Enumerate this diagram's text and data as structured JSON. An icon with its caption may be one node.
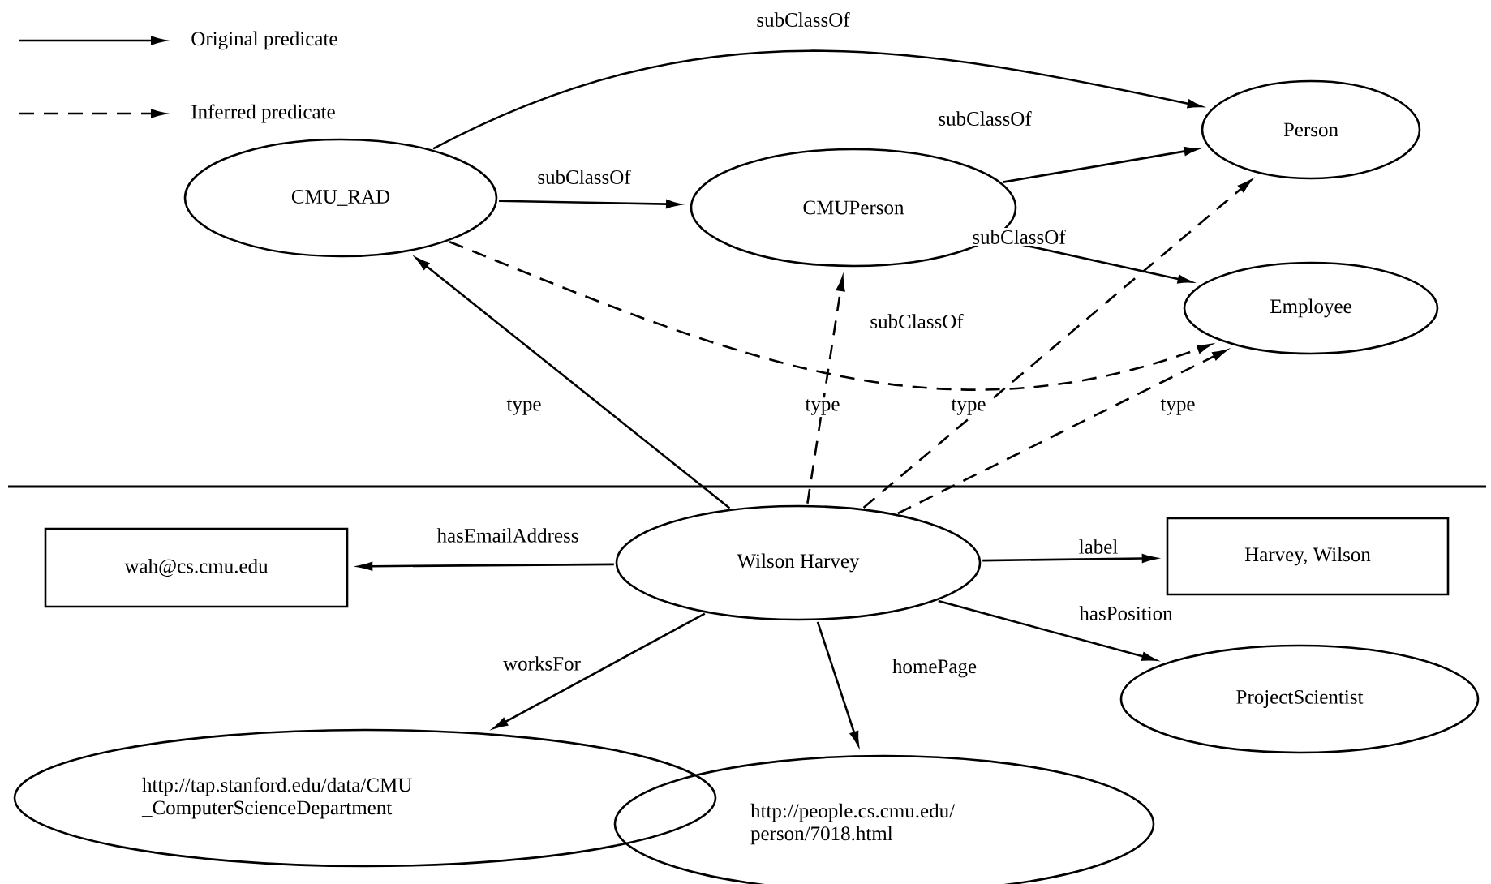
{
  "diagram": {
    "nodes": [
      {
        "text": [
          "CMU_RAD"
        ]
      },
      {
        "text": [
          "CMUPerson"
        ]
      },
      {
        "text": [
          "Person"
        ]
      },
      {
        "text": [
          "Employee"
        ]
      },
      {
        "text": [
          "Wilson Harvey"
        ]
      },
      {
        "text": [
          "wah@cs.cmu.edu"
        ]
      },
      {
        "text": [
          "Harvey, Wilson"
        ]
      },
      {
        "text": [
          "ProjectScientist"
        ]
      },
      {
        "text": [
          "http://tap.stanford.edu/data/CMU _ComputerScienceDepartment"
        ]
      },
      {
        "text": [
          "http://people.cs.cmu.edu/ person/7018.html"
        ]
      }
    ],
    "edges": [
      {
        "from": 0,
        "to": 2,
        "arrow": "to",
        "label": "subClassOf"
      },
      {
        "from": 0,
        "to": 1,
        "arrow": "to",
        "label": "subClassOf"
      },
      {
        "from": 1,
        "to": 2,
        "arrow": "to",
        "label": "subClassOf"
      },
      {
        "from": 1,
        "to": 3,
        "arrow": "to",
        "label": "subClassOf"
      },
      {
        "from": 0,
        "to": 3,
        "arrow": "to",
        "label": "subClassOf",
        "style": "dashed"
      },
      {
        "from": 4,
        "to": 0,
        "arrow": "to",
        "label": "type"
      },
      {
        "from": 4,
        "to": 1,
        "arrow": "to",
        "label": "type",
        "style": "dashed"
      },
      {
        "from": 4,
        "to": 2,
        "arrow": "to",
        "label": "type",
        "style": "dashed"
      },
      {
        "from": 4,
        "to": 3,
        "arrow": "to",
        "label": "type",
        "style": "dashed"
      },
      {
        "from": 4,
        "to": 5,
        "arrow": "to",
        "label": "hasEmailAddress"
      },
      {
        "from": 4,
        "to": 6,
        "arrow": "to",
        "label": "label"
      },
      {
        "from": 4,
        "to": 7,
        "arrow": "to",
        "label": "hasPosition"
      },
      {
        "from": 4,
        "to": 8,
        "arrow": "to",
        "label": "worksFor"
      },
      {
        "from": 4,
        "to": 9,
        "arrow": "to",
        "label": "homePage"
      }
    ],
    "legend": [
      {
        "text": "Original predicate"
      },
      {
        "text": "Inferred predicate"
      }
    ]
  }
}
